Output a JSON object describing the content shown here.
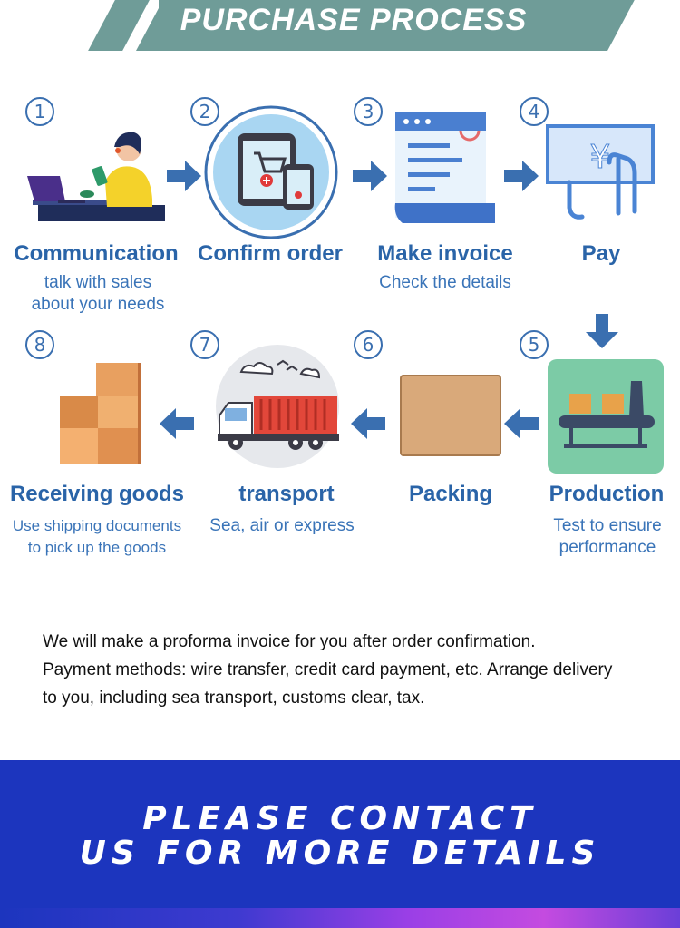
{
  "header": {
    "title": "PURCHASE PROCESS"
  },
  "steps": [
    {
      "number": "1",
      "title": "Communication",
      "desc": [
        "talk with sales",
        "about your needs"
      ],
      "icon": "customer-service-icon"
    },
    {
      "number": "2",
      "title": "Confirm order",
      "desc": [],
      "icon": "shopping-cart-devices-icon"
    },
    {
      "number": "3",
      "title": "Make invoice",
      "desc": [
        "Check the details"
      ],
      "icon": "invoice-icon"
    },
    {
      "number": "4",
      "title": "Pay",
      "desc": [],
      "icon": "payment-icon"
    },
    {
      "number": "5",
      "title": "Production",
      "desc": [
        "Test to ensure",
        "performance"
      ],
      "icon": "conveyor-belt-icon"
    },
    {
      "number": "6",
      "title": "Packing",
      "desc": [],
      "icon": "cardboard-box-icon"
    },
    {
      "number": "7",
      "title": "transport",
      "desc": [
        "Sea, air or express"
      ],
      "icon": "delivery-truck-icon"
    },
    {
      "number": "8",
      "title": "Receiving goods",
      "desc": [
        "Use shipping documents",
        "to pick up the goods"
      ],
      "icon": "stacked-boxes-icon"
    }
  ],
  "info": [
    "We will make a proforma invoice for you after order confirmation.",
    "Payment methods: wire transfer, credit card payment, etc. Arrange delivery",
    "to you, including sea transport, customs clear, tax."
  ],
  "cta": {
    "line1": "PLEASE CONTACT",
    "line2": "US FOR MORE DETAILS"
  },
  "colors": {
    "banner": "#6f9c98",
    "accent": "#3a6fb0",
    "cta_bg": "#1c35be"
  }
}
